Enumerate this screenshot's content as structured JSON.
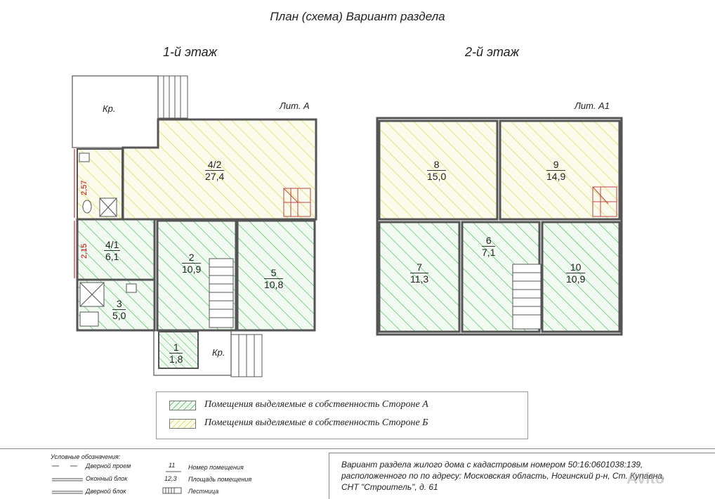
{
  "title": "План (схема) Вариант раздела",
  "floors": [
    {
      "title": "1-й этаж",
      "lit": "Лит. А"
    },
    {
      "title": "2-й этаж",
      "lit": "Лит. А1"
    }
  ],
  "rooms": [
    {
      "num": "4/2",
      "area": "27,4",
      "owner": "B"
    },
    {
      "num": "4/1",
      "area": "6,1",
      "owner": "A"
    },
    {
      "num": "2",
      "area": "10,9",
      "owner": "A"
    },
    {
      "num": "5",
      "area": "10,8",
      "owner": "A"
    },
    {
      "num": "3",
      "area": "5,0",
      "owner": "A"
    },
    {
      "num": "1",
      "area": "1,8",
      "owner": "A"
    },
    {
      "num": "8",
      "area": "15,0",
      "owner": "B"
    },
    {
      "num": "9",
      "area": "14,9",
      "owner": "B"
    },
    {
      "num": "7",
      "area": "11,3",
      "owner": "A"
    },
    {
      "num": "6",
      "area": "7,1",
      "owner": "A"
    },
    {
      "num": "10",
      "area": "10,9",
      "owner": "A"
    }
  ],
  "porch_labels": [
    "Кр.",
    "Кр."
  ],
  "dimensions": [
    "2,57",
    "2,15"
  ],
  "colors": {
    "side_a": "#3cb44b",
    "side_b": "#d6d23a",
    "wall": "#555555"
  },
  "legend": [
    {
      "text": "Помещения выделяемые в собственность Стороне А",
      "color": "#3cb44b"
    },
    {
      "text": "Помещения выделяемые в собственность Стороне Б",
      "color": "#d6d23a"
    }
  ],
  "notes": {
    "heading": "Условные обозначения:",
    "items": [
      "Дверной проем",
      "Оконный блок",
      "Дверной блок",
      "Номер помещения",
      "Площадь помещения",
      "Лестница"
    ],
    "samples": [
      "11",
      "12,3"
    ]
  },
  "info_lines": [
    "Вариант раздела жилого дома с кадастровым номером 50:16:0601038:139,",
    "расположенного по  по адресу: Московская область, Ногинский р-н, Ст. Купавна,",
    "СНТ \"Строитель\", д. 61"
  ],
  "watermark": "Avito"
}
